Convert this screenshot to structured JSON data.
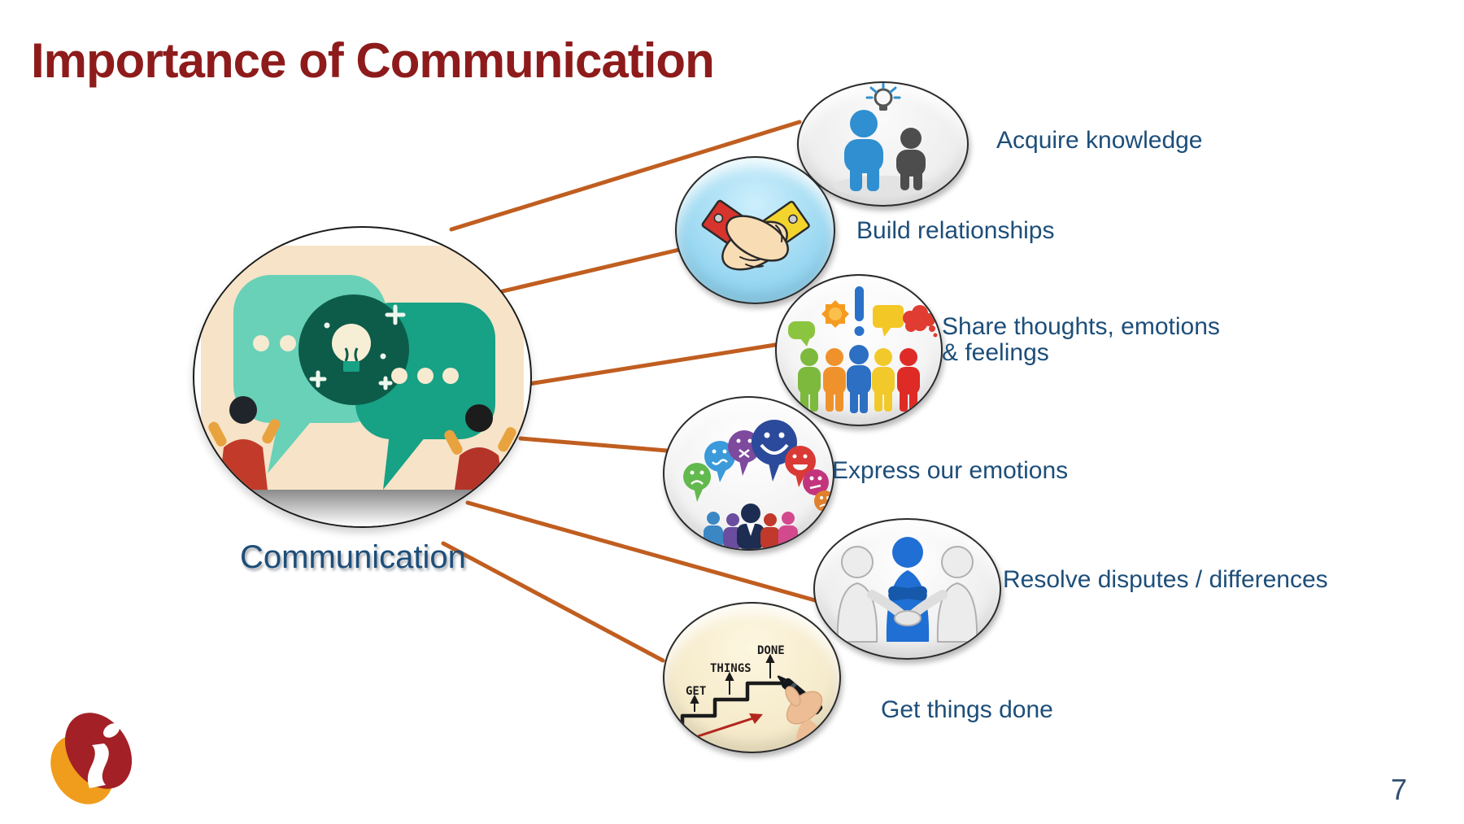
{
  "slide": {
    "title": "Importance of Communication",
    "page_number": "7",
    "hub": {
      "label": "Communication",
      "icon": "speech-bubbles-idea"
    },
    "spokes": [
      {
        "id": "acquire-knowledge",
        "icon": "two-people-lightbulb",
        "label_lines": [
          "Acquire knowledge"
        ]
      },
      {
        "id": "build-relationships",
        "icon": "handshake",
        "label_lines": [
          "Build relationships"
        ]
      },
      {
        "id": "share-thoughts",
        "icon": "people-speech-symbols",
        "label_lines": [
          "Share thoughts, emotions",
          "& feelings"
        ]
      },
      {
        "id": "express-emotions",
        "icon": "emotion-speech-balloons",
        "label_lines": [
          "Express our emotions"
        ]
      },
      {
        "id": "resolve-disputes",
        "icon": "figures-mediation-handshake",
        "label_lines": [
          "Resolve disputes / differences"
        ]
      },
      {
        "id": "get-things-done",
        "icon": "stairs-hand-marker",
        "label_lines": [
          "Get things done"
        ]
      }
    ],
    "get_things_done_graphic": {
      "words": [
        "GET",
        "THINGS",
        "DONE"
      ]
    },
    "colors": {
      "title": "#8e1b1b",
      "label": "#1d4e79",
      "connector": "#c05e20",
      "page_number": "#33506e"
    }
  }
}
